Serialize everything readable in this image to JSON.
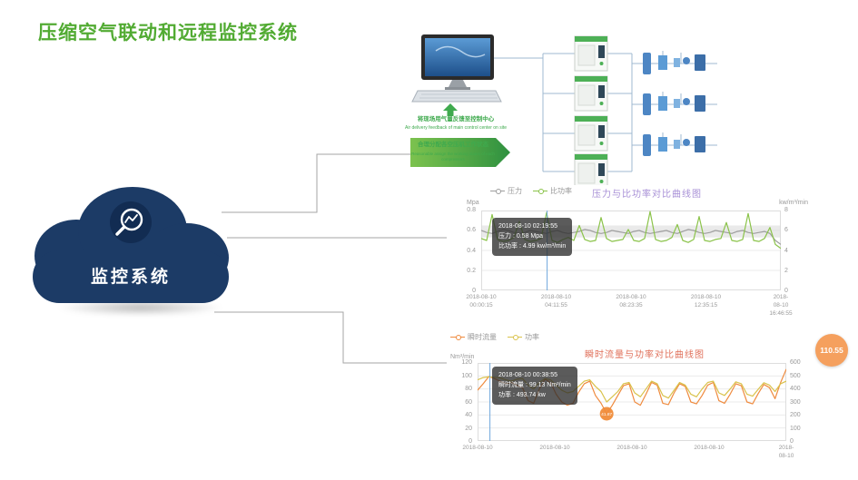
{
  "page": {
    "title": "压缩空气联动和远程监控系统"
  },
  "cloud": {
    "label": "监控系统"
  },
  "diagram": {
    "feedback_cn": "将现场用气量反馈至控制中心",
    "feedback_en": "Air delivery feedback of main control center on site",
    "assign_cn": "合理分配各空压机工作状态",
    "assign_en": "Reasonable assign the working states of each compressors"
  },
  "chart_data": [
    {
      "type": "line",
      "title": "压力与比功率对比曲线图",
      "legend": [
        {
          "name": "压力",
          "color": "#9e9e9e"
        },
        {
          "name": "比功率",
          "color": "#8bc34a"
        }
      ],
      "left_axis": {
        "unit": "Mpa",
        "min": 0,
        "max": 0.8,
        "ticks": [
          "0.8",
          "0.6",
          "0.4",
          "0.2",
          "0"
        ]
      },
      "right_axis": {
        "unit": "kw/m³/min",
        "min": 0,
        "max": 8,
        "ticks": [
          "8",
          "6",
          "4",
          "2",
          "0"
        ]
      },
      "x_ticks": [
        [
          "2018-08-10",
          "00:00:15"
        ],
        [
          "2018-08-10",
          "04:11:55"
        ],
        [
          "2018-08-10",
          "08:23:35"
        ],
        [
          "2018-08-10",
          "12:35:15"
        ],
        [
          "2018-08-10",
          "16:46:55"
        ]
      ],
      "band": {
        "axis": "left",
        "from": 0.53,
        "to": 0.65
      },
      "series": [
        {
          "name": "压力",
          "axis": "left",
          "color": "#9e9e9e",
          "values": [
            0.6,
            0.58,
            0.57,
            0.59,
            0.61,
            0.6,
            0.58,
            0.57,
            0.58,
            0.6,
            0.59,
            0.58,
            0.57,
            0.59,
            0.6,
            0.58,
            0.57,
            0.58,
            0.59,
            0.61,
            0.6,
            0.58,
            0.57,
            0.58,
            0.6,
            0.59,
            0.58,
            0.57,
            0.59,
            0.6,
            0.58,
            0.57,
            0.58,
            0.59,
            0.6,
            0.58,
            0.57,
            0.59,
            0.61,
            0.6,
            0.58,
            0.57,
            0.58,
            0.6,
            0.59,
            0.58,
            0.57,
            0.59,
            0.6,
            0.58,
            0.57,
            0.58,
            0.59,
            0.57,
            0.5,
            0.46
          ]
        },
        {
          "name": "比功率",
          "axis": "right",
          "color": "#8bc34a",
          "values": [
            5.2,
            5.0,
            7.6,
            5.1,
            4.9,
            5.0,
            5.3,
            6.9,
            5.1,
            4.9,
            5.0,
            5.2,
            7.8,
            5.0,
            4.8,
            5.1,
            5.3,
            5.0,
            6.5,
            5.1,
            4.9,
            5.0,
            7.3,
            5.2,
            4.9,
            5.0,
            5.1,
            6.1,
            5.0,
            4.9,
            5.2,
            7.9,
            5.1,
            4.9,
            5.0,
            5.3,
            6.6,
            5.0,
            4.8,
            5.1,
            7.4,
            5.0,
            4.9,
            5.1,
            5.2,
            6.8,
            5.0,
            4.9,
            5.1,
            7.7,
            5.0,
            4.9,
            5.2,
            6.3,
            4.6,
            4.2
          ]
        }
      ],
      "tooltip": {
        "time": "2018-08-10 02:19:55",
        "line1": "压力 : 0.58 Mpa",
        "line2": "比功率 : 4.99 kw/m³/min",
        "x_ratio": 0.22
      }
    },
    {
      "type": "line",
      "title": "瞬时流量与功率对比曲线图",
      "legend": [
        {
          "name": "瞬时流量",
          "color": "#ef8b3f"
        },
        {
          "name": "功率",
          "color": "#d9c24a"
        }
      ],
      "left_axis": {
        "unit": "Nm³/min",
        "min": 0,
        "max": 120,
        "ticks": [
          "120",
          "100",
          "80",
          "60",
          "40",
          "20",
          "0"
        ]
      },
      "right_axis": {
        "unit": "",
        "min": 0,
        "max": 600,
        "ticks": [
          "600",
          "500",
          "400",
          "300",
          "200",
          "100",
          "0"
        ]
      },
      "x_ticks": [
        "2018-08-10",
        "2018-08-10",
        "2018-08-10",
        "2018-08-10",
        "2018-08-10"
      ],
      "series": [
        {
          "name": "瞬时流量",
          "axis": "left",
          "color": "#ef8b3f",
          "values": [
            78,
            88,
            99.13,
            96,
            92,
            88,
            90,
            86,
            82,
            62,
            58,
            80,
            95,
            90,
            72,
            60,
            55,
            58,
            75,
            88,
            92,
            70,
            58,
            41.87,
            55,
            70,
            85,
            88,
            60,
            55,
            72,
            90,
            86,
            58,
            56,
            74,
            88,
            84,
            60,
            57,
            70,
            86,
            90,
            62,
            58,
            72,
            88,
            85,
            60,
            57,
            73,
            87,
            82,
            65,
            90,
            110.55
          ]
        },
        {
          "name": "功率",
          "axis": "right",
          "color": "#d9c24a",
          "values": [
            470,
            488,
            493.74,
            490,
            485,
            470,
            460,
            475,
            480,
            430,
            400,
            450,
            480,
            470,
            430,
            390,
            370,
            380,
            420,
            460,
            470,
            420,
            380,
            300,
            340,
            380,
            440,
            450,
            370,
            340,
            400,
            460,
            440,
            350,
            330,
            390,
            450,
            430,
            360,
            340,
            400,
            450,
            460,
            370,
            350,
            400,
            455,
            440,
            360,
            345,
            398,
            448,
            430,
            380,
            440,
            460
          ]
        }
      ],
      "marker": {
        "series": 0,
        "index": 23,
        "label": "41.87"
      },
      "end_badge": "110.55",
      "tooltip": {
        "time": "2018-08-10 00:38:55",
        "line1": "瞬时流量 : 99.13 Nm³/min",
        "line2": "功率 : 493.74 kw",
        "x_ratio": 0.04
      }
    }
  ]
}
